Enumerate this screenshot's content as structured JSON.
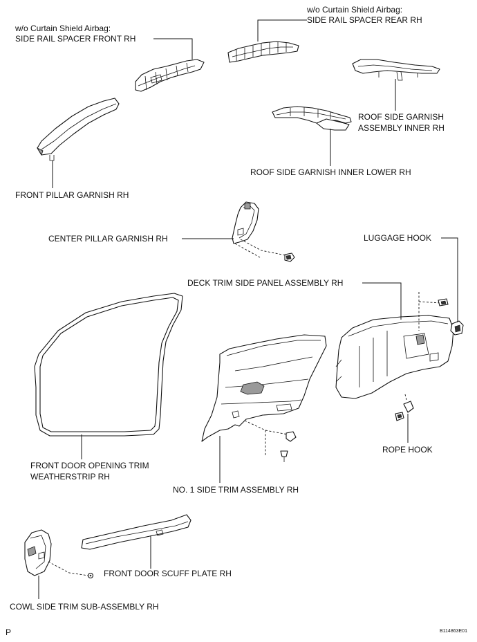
{
  "labels": {
    "side_rail_spacer_front": [
      "w/o Curtain Shield Airbag:",
      "SIDE RAIL SPACER FRONT RH"
    ],
    "side_rail_spacer_rear": [
      "w/o Curtain Shield Airbag:",
      "SIDE RAIL SPACER REAR RH"
    ],
    "roof_side_garnish_inner": [
      "ROOF SIDE GARNISH",
      "ASSEMBLY INNER RH"
    ],
    "roof_side_garnish_inner_lower": "ROOF SIDE GARNISH INNER LOWER RH",
    "front_pillar_garnish": "FRONT PILLAR GARNISH RH",
    "center_pillar_garnish": "CENTER PILLAR GARNISH RH",
    "luggage_hook": "LUGGAGE HOOK",
    "deck_trim_side_panel": "DECK TRIM SIDE PANEL ASSEMBLY RH",
    "front_door_opening_trim": [
      "FRONT DOOR OPENING TRIM",
      "WEATHERSTRIP RH"
    ],
    "rope_hook": "ROPE HOOK",
    "no1_side_trim": "NO. 1 SIDE TRIM ASSEMBLY RH",
    "front_door_scuff_plate": "FRONT DOOR SCUFF PLATE RH",
    "cowl_side_trim": "COWL SIDE TRIM SUB-ASSEMBLY RH"
  },
  "footer": {
    "page_marker": "P",
    "figure_code": "B114863E01"
  }
}
